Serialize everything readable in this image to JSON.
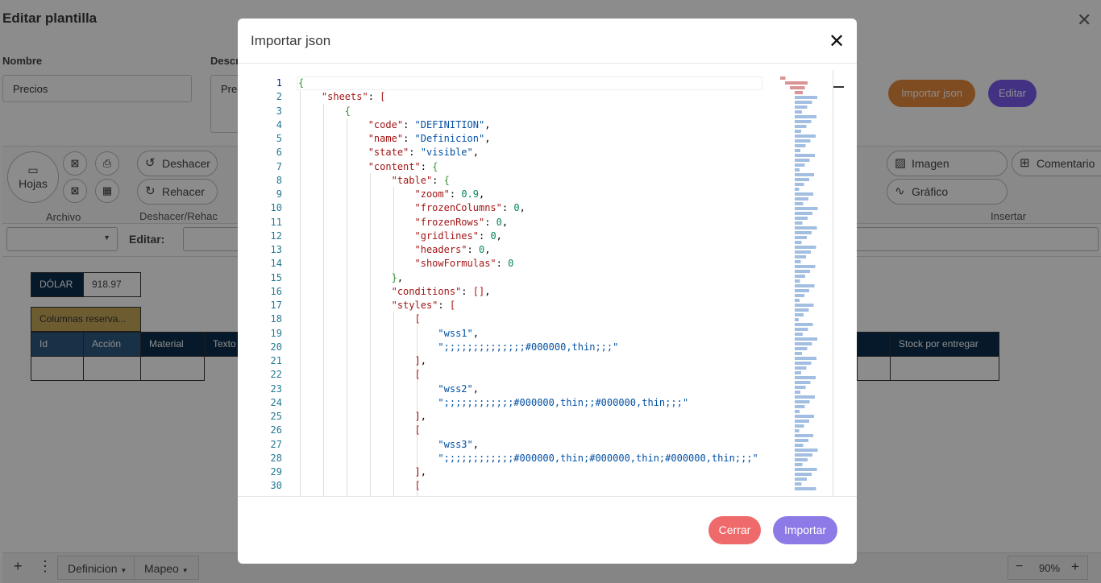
{
  "background": {
    "title": "Editar plantilla",
    "nombre_label": "Nombre",
    "nombre_value": "Precios",
    "descripcion_label": "Descr",
    "descripcion_value": "Prec",
    "importar_json_btn": "Importar json",
    "editar_btn": "Editar",
    "ribbon": {
      "hojas": "Hojas",
      "deshacer": "Deshacer",
      "rehacer": "Rehacer",
      "imagen": "Imagen",
      "comentario": "Comentario",
      "grafico": "Gráfico",
      "archivo_group": "Archivo",
      "deshacer_group": "Deshacer/Rehac",
      "insertar_group": "Insertar"
    },
    "formula_label": "Editar:",
    "sheet": {
      "dolar_label": "DÓLAR",
      "dolar_value": "918.97",
      "reserved_label": "Columnas reserva...",
      "headers": [
        "Id",
        "Acción",
        "Material",
        "Texto",
        "Stock por entregar"
      ]
    },
    "tabs": [
      "Definicion",
      "Mapeo"
    ],
    "zoom": "90%"
  },
  "modal": {
    "title": "Importar json",
    "close_icon": "close-icon",
    "cancel_btn": "Cerrar",
    "import_btn": "Importar",
    "colors": {
      "cancel": "#ef6a6a",
      "import": "#8d7ae6"
    },
    "lines": [
      "{",
      "    \"sheets\": [",
      "        {",
      "            \"code\": \"DEFINITION\",",
      "            \"name\": \"Definicion\",",
      "            \"state\": \"visible\",",
      "            \"content\": {",
      "                \"table\": {",
      "                    \"zoom\": 0.9,",
      "                    \"frozenColumns\": 0,",
      "                    \"frozenRows\": 0,",
      "                    \"gridlines\": 0,",
      "                    \"headers\": 0,",
      "                    \"showFormulas\": 0",
      "                },",
      "                \"conditions\": [],",
      "                \"styles\": [",
      "                    [",
      "                        \"wss1\",",
      "                        \";;;;;;;;;;;;;;#000000,thin;;;\"",
      "                    ],",
      "                    [",
      "                        \"wss2\",",
      "                        \";;;;;;;;;;;;#000000,thin;;#000000,thin;;;\"",
      "                    ],",
      "                    [",
      "                        \"wss3\",",
      "                        \";;;;;;;;;;;;#000000,thin;#000000,thin;#000000,thin;;;\"",
      "                    ],",
      "                    ["
    ],
    "line_numbers": [
      "1",
      "2",
      "3",
      "4",
      "5",
      "6",
      "7",
      "8",
      "9",
      "10",
      "11",
      "12",
      "13",
      "14",
      "15",
      "16",
      "17",
      "18",
      "19",
      "20",
      "21",
      "22",
      "23",
      "24",
      "25",
      "26",
      "27",
      "28",
      "29",
      "30"
    ]
  }
}
